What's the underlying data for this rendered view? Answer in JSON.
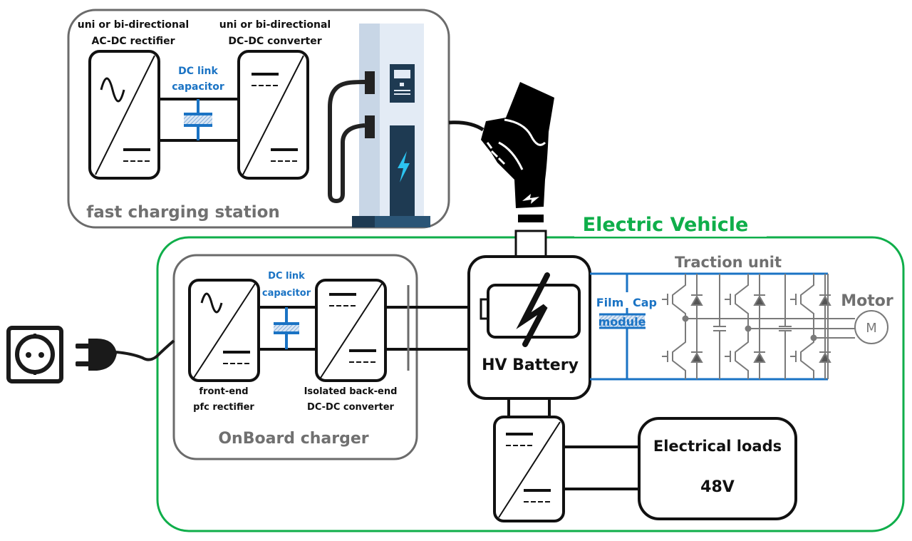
{
  "colors": {
    "ev_border": "#0fae4a",
    "group_border": "#6b6b6b",
    "blue": "#1a73c4",
    "circuit_gray": "#7a7a7a",
    "station_dark": "#1e3a52",
    "station_light": "#e3ebf5",
    "station_mid": "#c8d6e6",
    "bolt_cyan": "#2cc3f0"
  },
  "fast_charging_station": {
    "title": "fast charging station",
    "rectifier": {
      "label_line1": "uni or bi-directional",
      "label_line2": "AC-DC rectifier"
    },
    "converter": {
      "label_line1": "uni or bi-directional",
      "label_line2": "DC-DC converter"
    },
    "dc_link": {
      "label_line1": "DC link",
      "label_line2": "capacitor"
    }
  },
  "electric_vehicle": {
    "title": "Electric Vehicle",
    "onboard_charger": {
      "title": "OnBoard charger",
      "rectifier": {
        "label_line1": "front-end",
        "label_line2": "pfc rectifier"
      },
      "converter": {
        "label_line1": "Isolated back-end",
        "label_line2": "DC-DC converter"
      },
      "dc_link": {
        "label_line1": "DC link",
        "label_line2": "capacitor"
      }
    },
    "battery": {
      "label": "HV Battery"
    },
    "traction_unit": {
      "title": "Traction unit",
      "film_cap": {
        "word1": "Film",
        "word2": "Cap",
        "word3": "module"
      },
      "motor_label": "Motor",
      "motor_symbol": "M"
    },
    "loads": {
      "line1": "Electrical loads",
      "line2": "48V"
    }
  },
  "icons": [
    "wall-socket-icon",
    "plug-icon",
    "charging-station-icon",
    "hand-charger-icon",
    "battery-icon",
    "lightning-bolt-icon",
    "motor-icon",
    "sine-wave-icon",
    "dc-symbol-icon"
  ]
}
